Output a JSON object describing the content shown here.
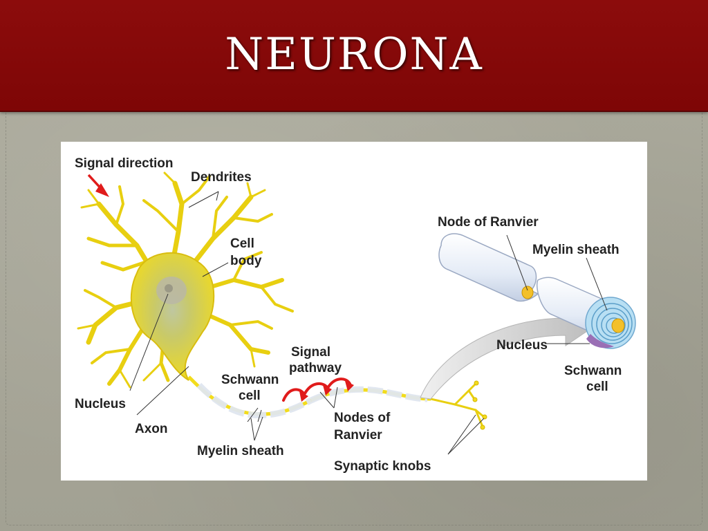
{
  "slide": {
    "title": "NEURONA"
  },
  "diagram": {
    "labels": {
      "signal_direction": "Signal direction",
      "dendrites": "Dendrites",
      "cell": "Cell",
      "body": "body",
      "nucleus_left": "Nucleus",
      "axon": "Axon",
      "schwann": "Schwann",
      "cell_small": "cell",
      "myelin_sheath_bottom": "Myelin sheath",
      "signal": "Signal",
      "pathway": "pathway",
      "nodes_of": "Nodes of",
      "ranvier": "Ranvier",
      "synaptic_knobs": "Synaptic knobs",
      "node_of_ranvier": "Node of Ranvier",
      "myelin_sheath_right": "Myelin sheath",
      "nucleus_right": "Nucleus",
      "schwann_right": "Schwann",
      "cell_right": "cell"
    },
    "colors": {
      "neuron_yellow": "#f2dc1c",
      "neuron_outline": "#c9a400",
      "arrow_red": "#e01b1b",
      "sheath_blue": "#dfe8f5",
      "schwann_blue": "#9fd3ef",
      "nucleus_purple": "#9a6fb5",
      "node_yellow": "#f3c02a"
    }
  }
}
